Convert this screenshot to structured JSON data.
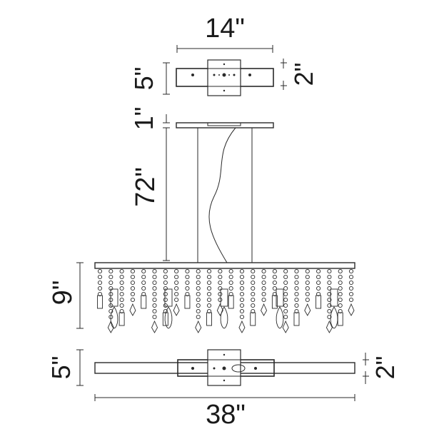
{
  "diagram": {
    "top_view": {
      "width_label": "14\"",
      "depth_label": "5\"",
      "plate_depth_label": "2\""
    },
    "side_view": {
      "canopy_height_label": "1\"",
      "suspension_length_label": "72\""
    },
    "fixture": {
      "height_label": "9\""
    },
    "bottom_view": {
      "depth_label": "5\"",
      "plate_depth_label": "2\"",
      "length_label": "38\""
    }
  },
  "colors": {
    "line": "#2a2a2a",
    "text": "#1a1a1a",
    "background": "#ffffff"
  }
}
